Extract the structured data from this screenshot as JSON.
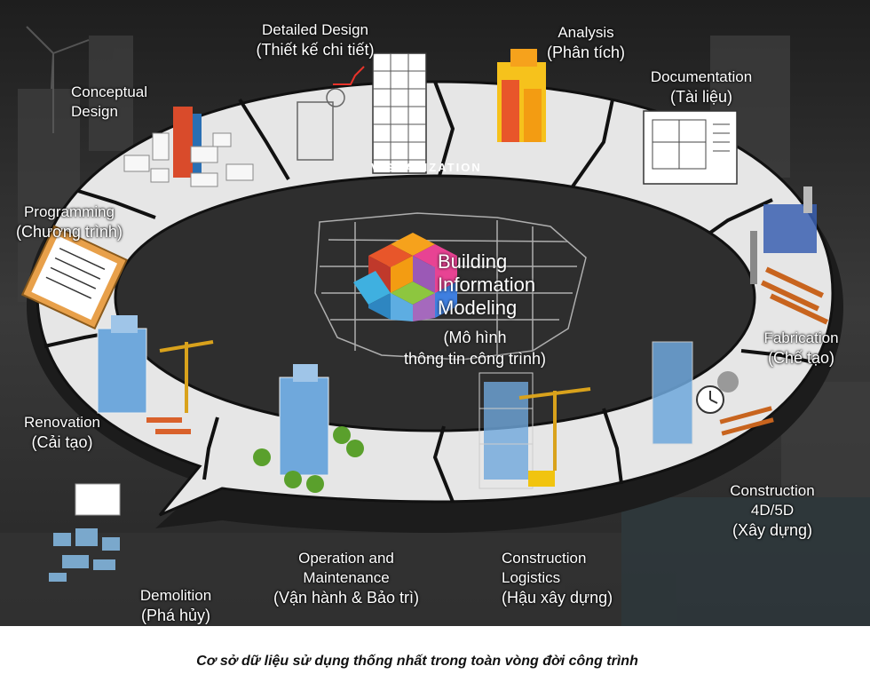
{
  "center": {
    "title_lines": [
      "Building",
      "Information",
      "Modeling"
    ],
    "subtitle_lines": [
      "(Mô hình",
      "thông tin  công trình)"
    ]
  },
  "ring_label": "VISUALIZATION",
  "stages": {
    "conceptual": {
      "en_lines": [
        "Conceptual",
        "Design"
      ]
    },
    "detailed": {
      "en": "Detailed Design",
      "vi": "(Thiết kế chi tiết)"
    },
    "analysis": {
      "en": "Analysis",
      "vi": "(Phân tích)"
    },
    "documentation": {
      "en": "Documentation",
      "vi": "(Tài liệu)"
    },
    "programming": {
      "en": "Programming",
      "vi": "(Chương trình)"
    },
    "fabrication": {
      "en": "Fabrication",
      "vi": "(Chế tạo)"
    },
    "renovation": {
      "en": "Renovation",
      "vi": "(Cải tạo)"
    },
    "construction": {
      "en_lines": [
        "Construction",
        "4D/5D"
      ],
      "vi": "(Xây dựng)"
    },
    "operation": {
      "en_lines": [
        "Operation and",
        "Maintenance"
      ],
      "vi": "(Vận hành & Bảo trì)"
    },
    "logistics": {
      "en_lines": [
        "Construction",
        "Logistics"
      ],
      "vi": "(Hậu xây dựng)"
    },
    "demolition": {
      "en": "Demolition",
      "vi": "(Phá hủy)"
    }
  },
  "caption": "Cơ sở dữ liệu sử dụng thống nhất trong toàn vòng đời công trình",
  "colors": {
    "ring_top": "#e6e6e6",
    "ring_side": "#1c1c1c",
    "background": "#2b2b2b",
    "cube_colors": [
      "#e8562a",
      "#f6a21c",
      "#3fb0e0",
      "#8dc63f",
      "#9b59b6",
      "#e84393"
    ]
  }
}
